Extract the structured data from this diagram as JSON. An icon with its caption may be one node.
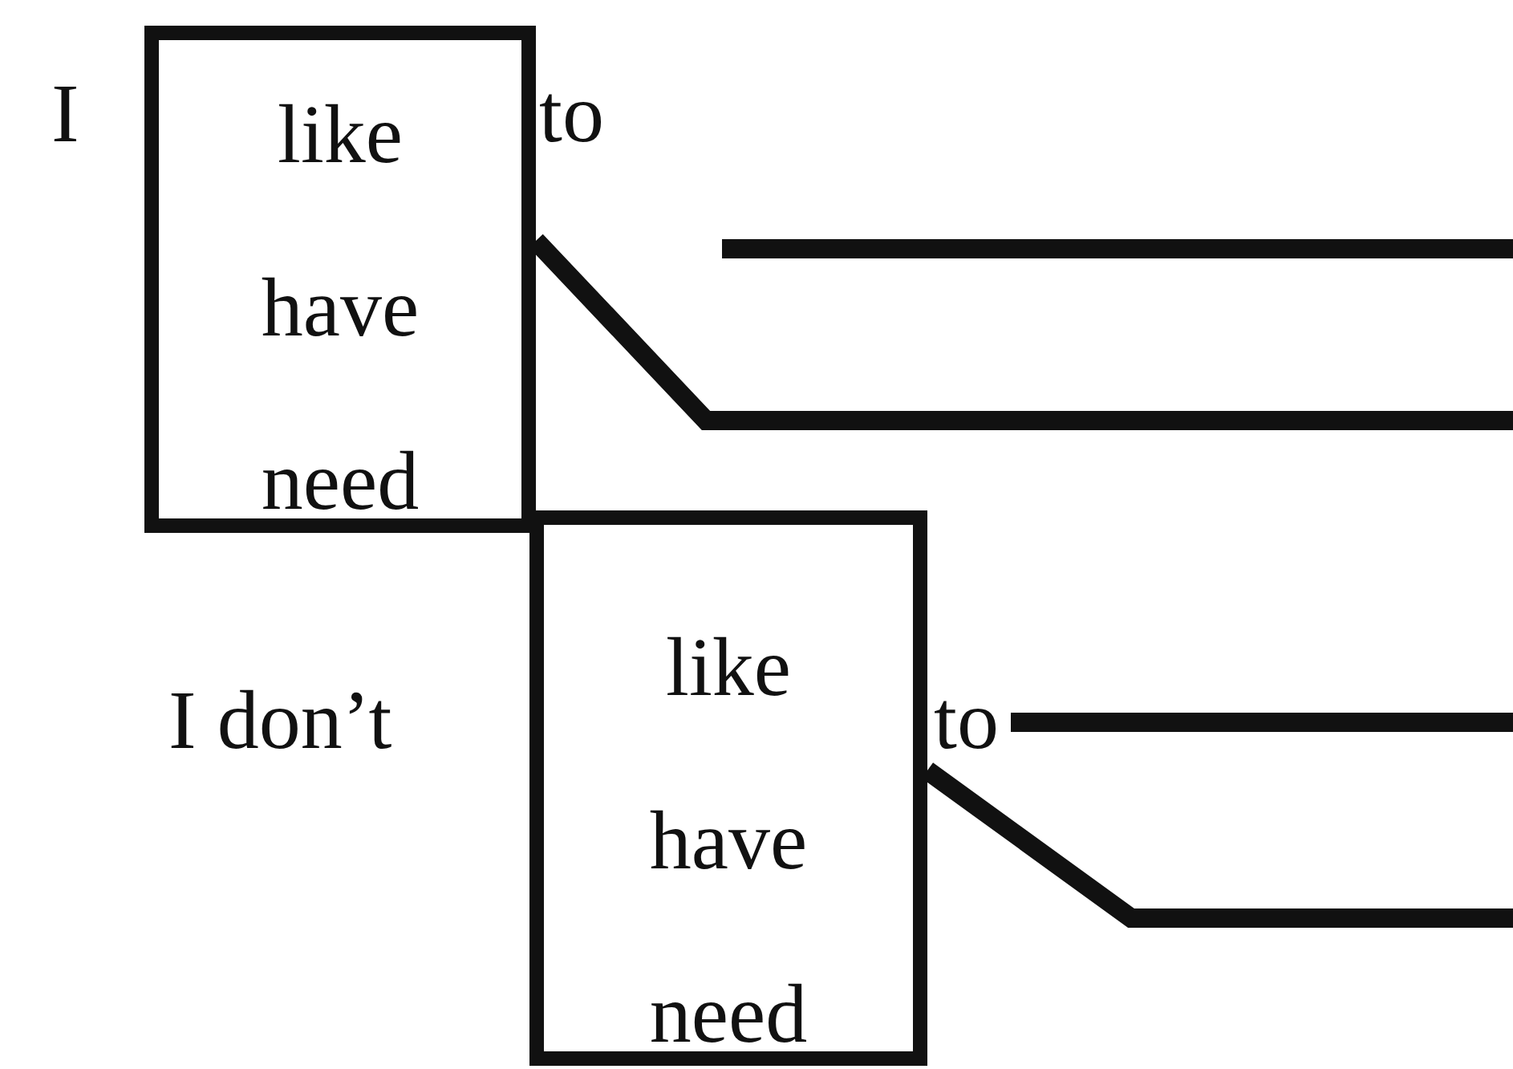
{
  "diagram": {
    "nodes": [
      {
        "text": [
          "like have need"
        ]
      },
      {
        "text": [
          "like have need"
        ]
      }
    ],
    "edges": [
      {
        "from": 0,
        "to": null,
        "arrow": "none"
      },
      {
        "from": 1,
        "to": null,
        "arrow": "none"
      }
    ],
    "labels": [
      "I",
      "to",
      "I don’t",
      "to"
    ]
  }
}
